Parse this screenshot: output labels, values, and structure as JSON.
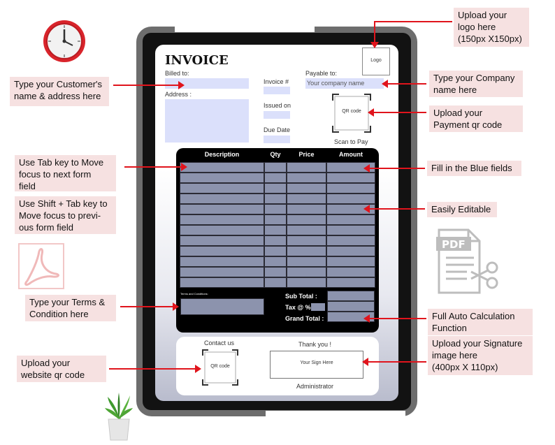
{
  "invoice": {
    "title": "INVOICE",
    "billed_to_label": "Billed to:",
    "address_label": "Address :",
    "invoice_num_label": "Invoice #",
    "issued_on_label": "Issued on",
    "due_date_label": "Due Date",
    "payable_to_label": "Payable to:",
    "company_placeholder": "Your company name",
    "logo_label": "Logo",
    "qr_label": "QR code",
    "scan_label": "Scan to Pay",
    "columns": [
      "Description",
      "Qty",
      "Price",
      "Amount"
    ],
    "terms_label": "Terms and Conditions:",
    "subtotal_label": "Sub Total :",
    "tax_label": "Tax @ %:",
    "grand_total_label": "Grand Total :",
    "contact_label": "Contact us",
    "contact_qr_label": "QR code",
    "thank_you": "Thank you !",
    "sign_label": "Your Sign Here",
    "signer_title": "Administrator"
  },
  "notes": {
    "logo": "Upload your\nlogo here\n(150px X150px)",
    "customer": "Type your Customer's\nname & address here",
    "company": "Type your Company\nname here",
    "payment_qr": "Upload your\nPayment qr code",
    "tab_key": "Use Tab key to Move\nfocus to next form\nfield",
    "shift_tab": "Use Shift + Tab key to\nMove focus to previ-\nous form field",
    "blue_fields": "Fill in the Blue fields",
    "editable": "Easily Editable",
    "terms": "Type your Terms &\nCondition here",
    "auto_calc": "Full Auto Calculation\nFunction",
    "signature": "Upload your Signature\nimage here\n(400px X 110px)",
    "website_qr": "Upload your\nwebsite qr code"
  },
  "icons": {
    "clock": "clock-icon",
    "pdf": "pdf-icon",
    "pdf_scissors": "pdf-cut-icon",
    "plant": "plant-icon"
  },
  "colors": {
    "field_blue": "#dbe0fb",
    "table_cell": "#8c93ad",
    "arrow_red": "#e0141c",
    "note_bg": "#f6e1e1"
  }
}
